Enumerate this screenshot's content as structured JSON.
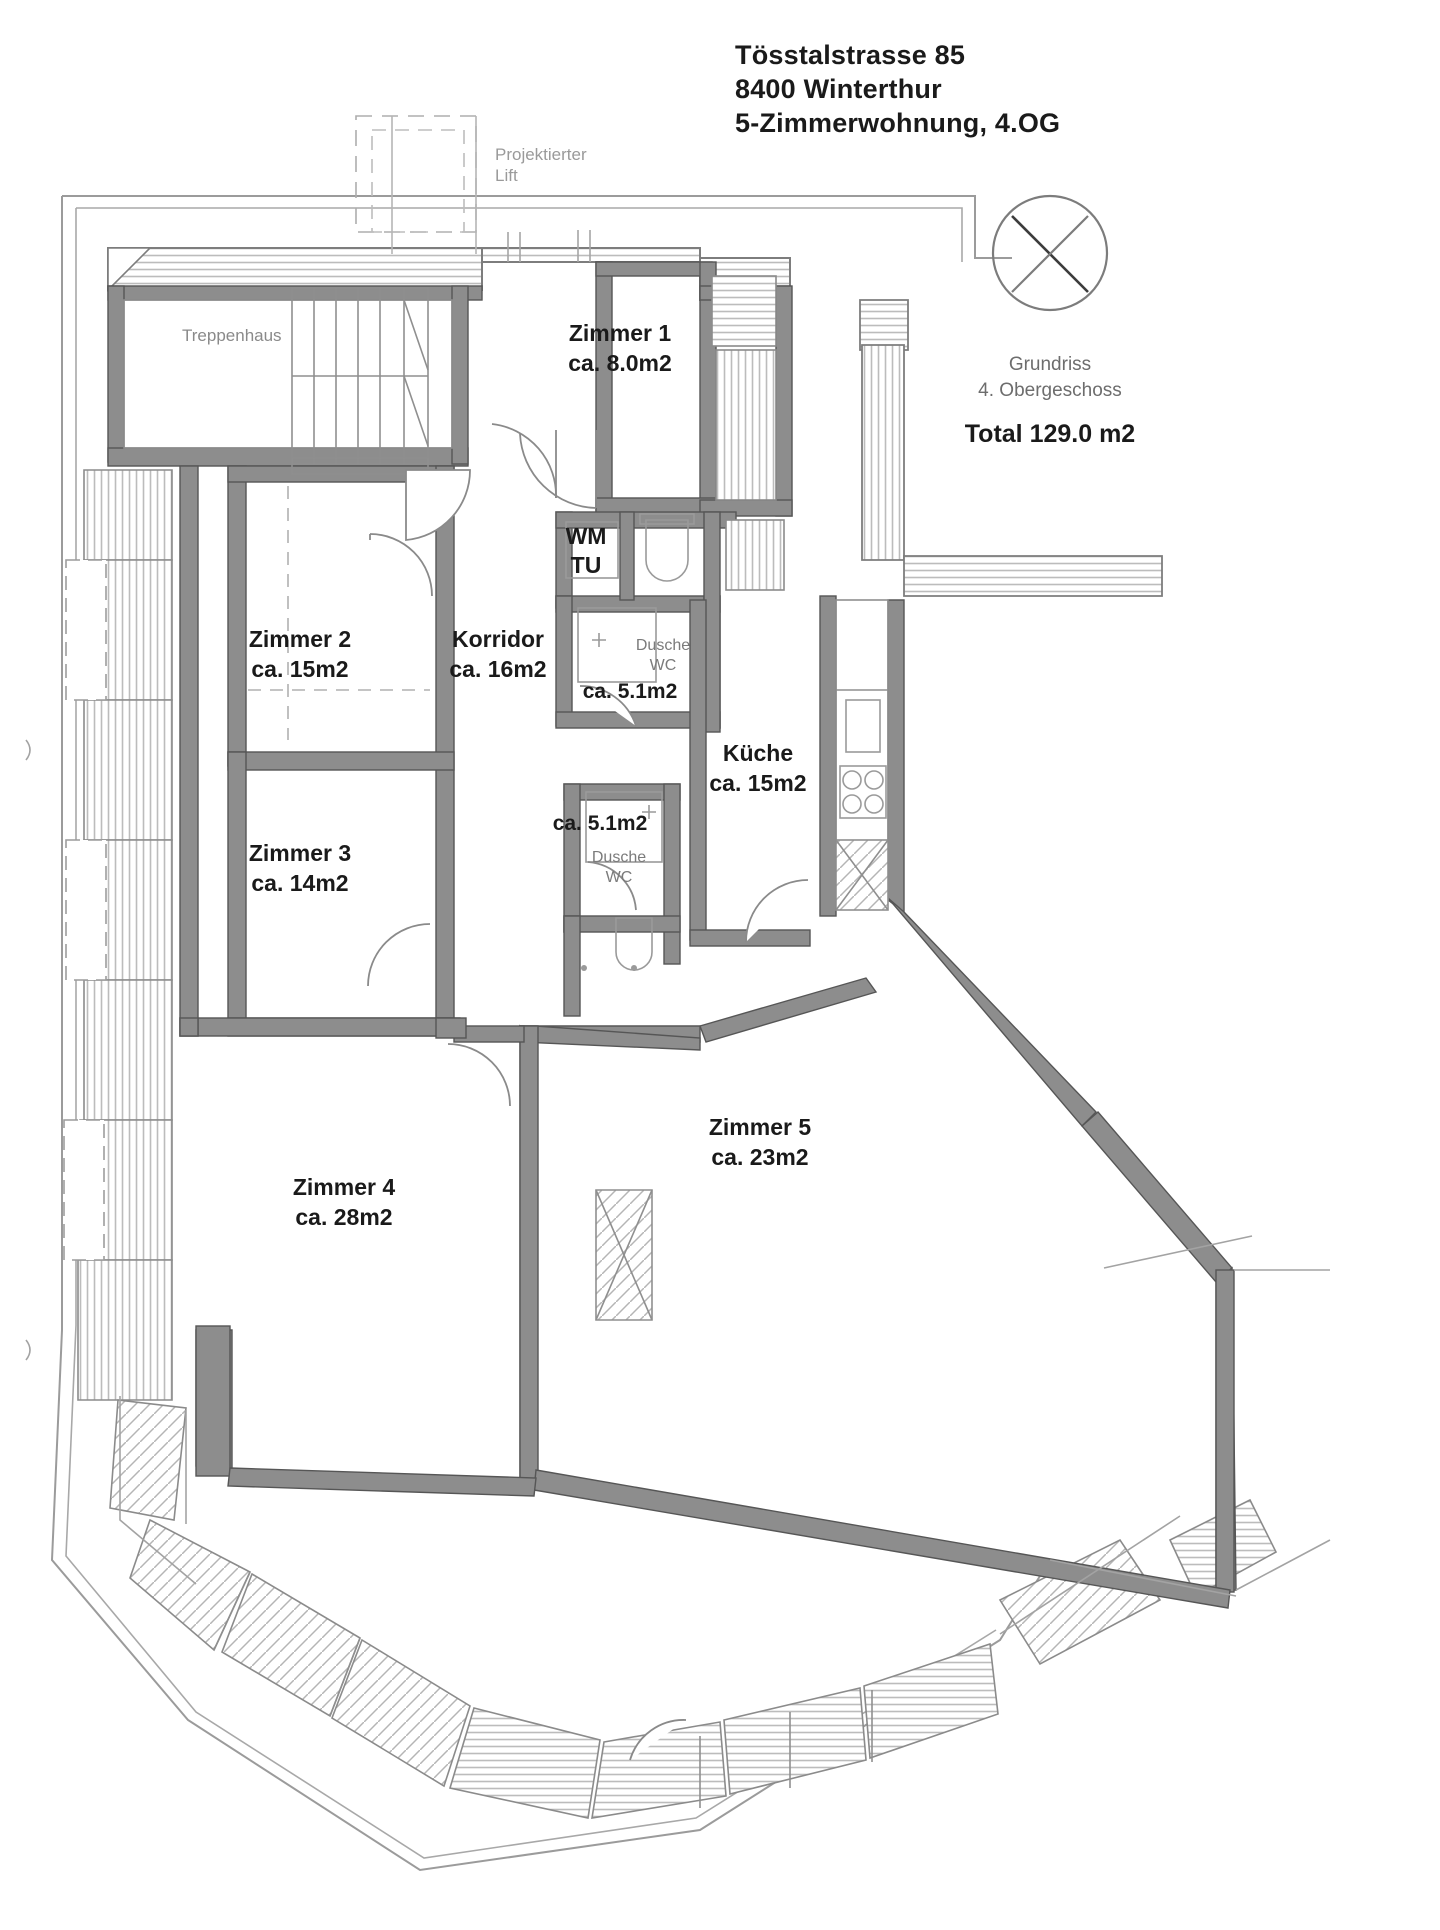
{
  "title_block": {
    "line1": "Tösstalstrasse 85",
    "line2": "8400 Winterthur",
    "line3": "5-Zimmerwohnung, 4.OG"
  },
  "legend": {
    "grundriss": "Grundriss",
    "geschoss": "4. Obergeschoss",
    "total": "Total 129.0 m2",
    "compass_icon": "compass-circle-cross-icon"
  },
  "annotations": {
    "lift_line1": "Projektierter",
    "lift_line2": "Lift",
    "treppenhaus": "Treppenhaus",
    "wm": "WM",
    "tu": "TU",
    "dusche": "Dusche",
    "wc": "WC"
  },
  "rooms": [
    {
      "id": "zimmer-1",
      "name": "Zimmer 1",
      "area": "ca. 8.0m2"
    },
    {
      "id": "zimmer-2",
      "name": "Zimmer 2",
      "area": "ca. 15m2"
    },
    {
      "id": "korridor",
      "name": "Korridor",
      "area": "ca. 16m2"
    },
    {
      "id": "zimmer-3",
      "name": "Zimmer 3",
      "area": "ca. 14m2"
    },
    {
      "id": "kueche",
      "name": "Küche",
      "area": "ca. 15m2"
    },
    {
      "id": "zimmer-4",
      "name": "Zimmer 4",
      "area": "ca. 28m2"
    },
    {
      "id": "zimmer-5",
      "name": "Zimmer 5",
      "area": "ca. 23m2"
    },
    {
      "id": "bad-oben",
      "name": "Dusche WC",
      "area": "ca. 5.1m2"
    },
    {
      "id": "bad-unten",
      "name": "Dusche WC",
      "area": "ca. 5.1m2"
    }
  ],
  "colors": {
    "paper": "#ffffff",
    "wall_solid": "#8d8d8d",
    "wall_outline": "#4f4f4f",
    "thin_line": "#8f8f8f",
    "hatch": "#b9b9b9",
    "text": "#1a1a1a",
    "text_light": "#7b7b7b"
  }
}
